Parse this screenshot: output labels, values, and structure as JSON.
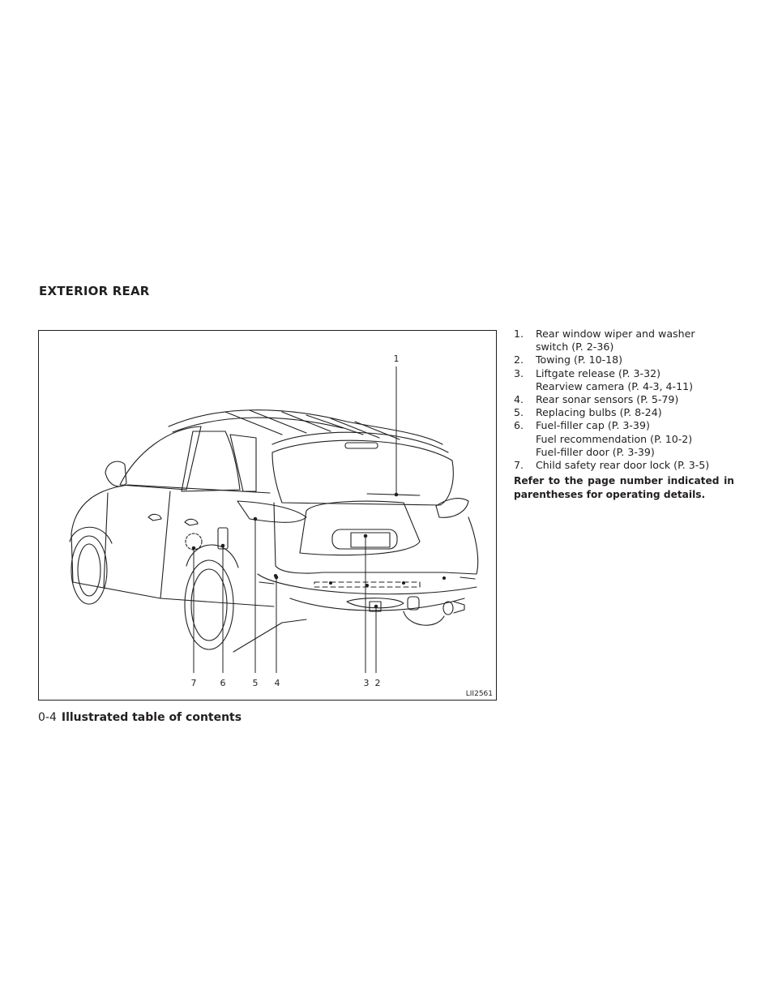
{
  "section": {
    "title": "EXTERIOR REAR"
  },
  "figure": {
    "id": "LII2561",
    "callout_numbers": [
      "1",
      "2",
      "3",
      "4",
      "5",
      "6",
      "7"
    ]
  },
  "items": [
    {
      "num": "1.",
      "lines": [
        "Rear window wiper and washer",
        "switch (P. 2-36)"
      ]
    },
    {
      "num": "2.",
      "lines": [
        "Towing (P. 10-18)"
      ]
    },
    {
      "num": "3.",
      "lines": [
        "Liftgate release (P. 3-32)",
        "Rearview camera (P. 4-3, 4-11)"
      ]
    },
    {
      "num": "4.",
      "lines": [
        "Rear sonar sensors (P. 5-79)"
      ]
    },
    {
      "num": "5.",
      "lines": [
        "Replacing bulbs (P. 8-24)"
      ]
    },
    {
      "num": "6.",
      "lines": [
        "Fuel-filler cap (P. 3-39)",
        "Fuel recommendation (P. 10-2)",
        "Fuel-filler door (P. 3-39)"
      ]
    },
    {
      "num": "7.",
      "lines": [
        "Child safety rear door lock (P. 3-5)"
      ]
    }
  ],
  "note": "Refer to the page number indicated in parentheses for operating details.",
  "footer": {
    "page": "0-4",
    "title": "Illustrated table of contents"
  }
}
